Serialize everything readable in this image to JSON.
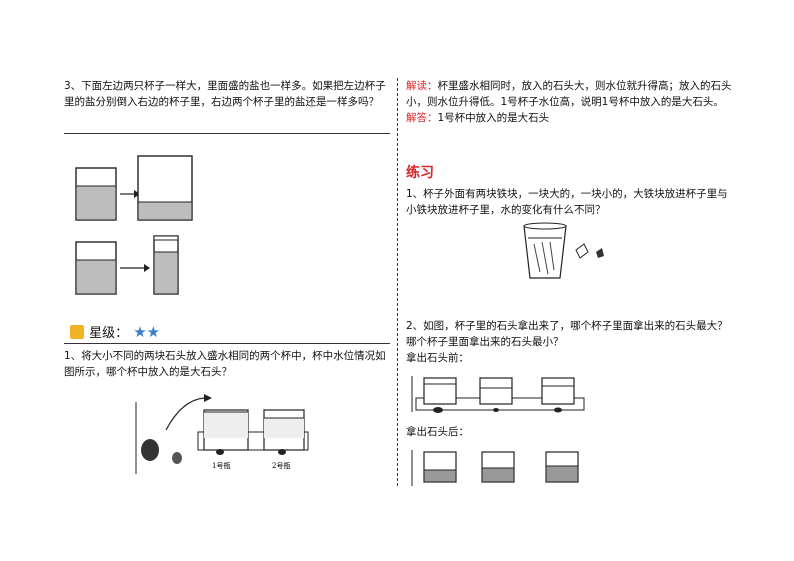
{
  "left": {
    "q3_text": "3、下面左边两只杯子一样大，里面盛的盐也一样多。如果把左边杯子里的盐分别倒入右边的杯子里，右边两个杯子里的盐还是一样多吗？",
    "stars_label": "星级：",
    "stars": "★★",
    "q1_text": "1、将大小不同的两块石头放入盛水相同的两个杯中，杯中水位情况如图所示，哪个杯中放入的是大石头？",
    "bottle1": "1号瓶",
    "bottle2": "2号瓶"
  },
  "right": {
    "analysis_label": "解读：",
    "analysis_text": "杯里盛水相同时，放入的石头大，则水位就升得高；放入的石头小，则水位升得低。1号杯子水位高，说明1号杯中放入的是大石头。",
    "answer_label": "解答：",
    "answer_text": "1号杯中放入的是大石头",
    "practice_title": "练习",
    "p1_text": "1、杯子外面有两块铁块，一块大的，一块小的，大铁块放进杯子里与小铁块放进杯子里，水的变化有什么不同？",
    "p2_text": "2、如图，杯子里的石头拿出来了，哪个杯子里面拿出来的石头最大？哪个杯子里面拿出来的石头最小？",
    "before_label": "拿出石头前：",
    "after_label": "拿出石头后："
  },
  "colors": {
    "accent_red": "#d9262b",
    "star_blue": "#3a7fd0",
    "book_yellow": "#f0b323"
  }
}
